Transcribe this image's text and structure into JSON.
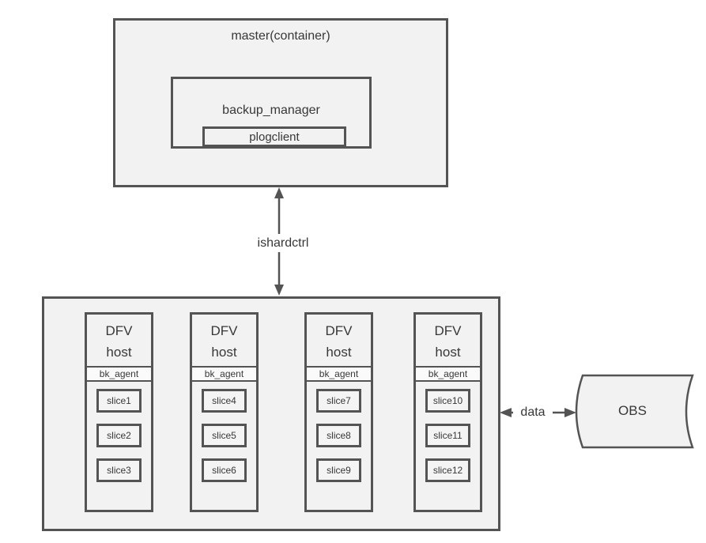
{
  "colors": {
    "background": "#ffffff",
    "box_fill": "#f2f2f2",
    "band_fill": "#fafafa",
    "border": "#545454",
    "text": "#383838"
  },
  "master": {
    "title": "master(container)",
    "backup_manager_label": "backup_manager",
    "plogclient_label": "plogclient"
  },
  "connections": {
    "vertical_label": "ishardctrl",
    "horizontal_label": "data"
  },
  "cluster": {
    "hosts": [
      {
        "line1": "DFV",
        "line2": "host",
        "agent_label": "bk_agent",
        "slices": [
          "slice1",
          "slice2",
          "slice3"
        ]
      },
      {
        "line1": "DFV",
        "line2": "host",
        "agent_label": "bk_agent",
        "slices": [
          "slice4",
          "slice5",
          "slice6"
        ]
      },
      {
        "line1": "DFV",
        "line2": "host",
        "agent_label": "bk_agent",
        "slices": [
          "slice7",
          "slice8",
          "slice9"
        ]
      },
      {
        "line1": "DFV",
        "line2": "host",
        "agent_label": "bk_agent",
        "slices": [
          "slice10",
          "slice11",
          "slice12"
        ]
      }
    ]
  },
  "storage": {
    "label": "OBS"
  }
}
